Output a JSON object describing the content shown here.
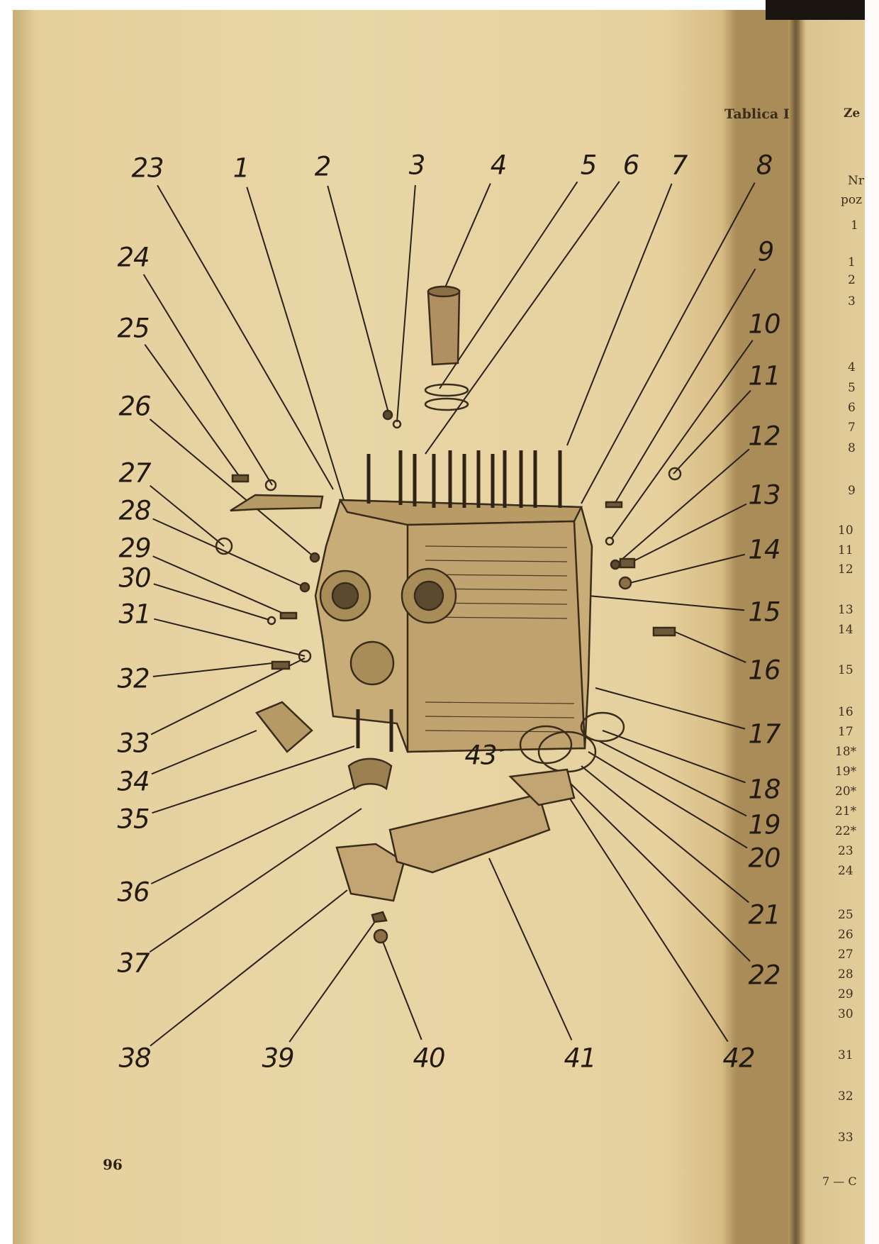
{
  "page": {
    "caption": "Tablica I",
    "page_number": "96"
  },
  "callouts": [
    "23",
    "1",
    "2",
    "3",
    "4",
    "5",
    "6",
    "7",
    "8",
    "24",
    "9",
    "25",
    "10",
    "11",
    "26",
    "12",
    "27",
    "13",
    "28",
    "14",
    "29",
    "30",
    "15",
    "31",
    "16",
    "32",
    "17",
    "33",
    "43",
    "34",
    "18",
    "35",
    "19",
    "20",
    "36",
    "21",
    "37",
    "22",
    "38",
    "39",
    "40",
    "41",
    "42"
  ],
  "right_page": {
    "header_fragment": "Ze",
    "column_header_line1": "Nr",
    "column_header_line2": "poz",
    "column_index": "1",
    "row_numbers": [
      "1",
      "2",
      "3",
      "4",
      "5",
      "6",
      "7",
      "8",
      "9",
      "10",
      "11",
      "12",
      "13",
      "14",
      "15",
      "16",
      "17",
      "18*",
      "19*",
      "20*",
      "21*",
      "22*",
      "23",
      "24",
      "25",
      "26",
      "27",
      "28",
      "29",
      "30",
      "31",
      "32",
      "33"
    ],
    "footer_fragment": "7 — C"
  }
}
